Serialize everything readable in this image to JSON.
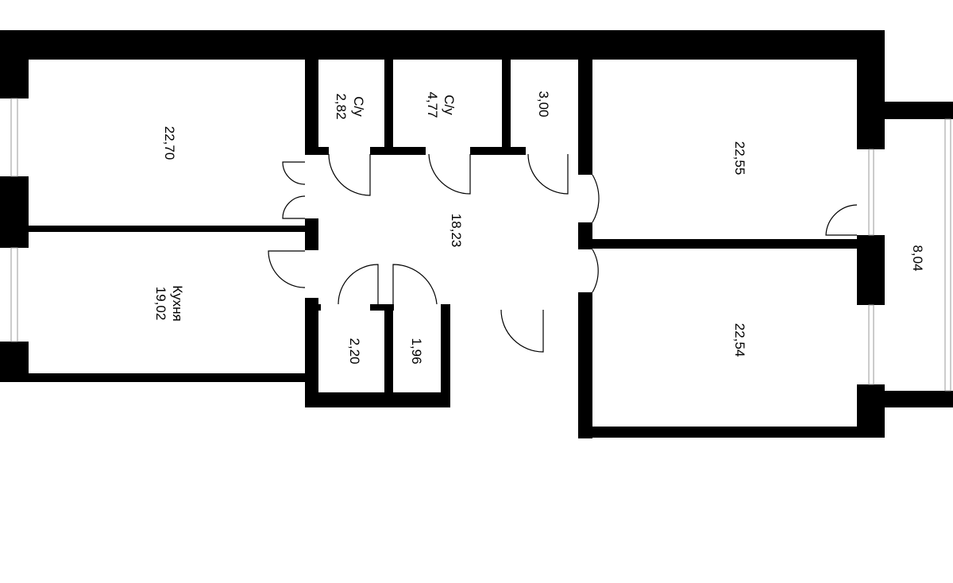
{
  "rooms": [
    {
      "id": "room_left_top",
      "area": "22,70"
    },
    {
      "id": "kitchen",
      "name": "Кухня",
      "area": "19,02"
    },
    {
      "id": "bath1",
      "name": "С/у",
      "area": "2,82"
    },
    {
      "id": "bath2",
      "name": "С/у",
      "area": "4,77"
    },
    {
      "id": "storage_top",
      "area": "3,00"
    },
    {
      "id": "hall",
      "area": "18,23"
    },
    {
      "id": "storage_b1",
      "area": "2,20"
    },
    {
      "id": "storage_b2",
      "area": "1,96"
    },
    {
      "id": "room_right_top",
      "area": "22,55"
    },
    {
      "id": "room_right_bottom",
      "area": "22,54"
    },
    {
      "id": "balcony",
      "area": "8,04"
    }
  ],
  "colors": {
    "wall": "#000000",
    "background": "#ffffff",
    "window_frame": "#9a9a9a"
  }
}
